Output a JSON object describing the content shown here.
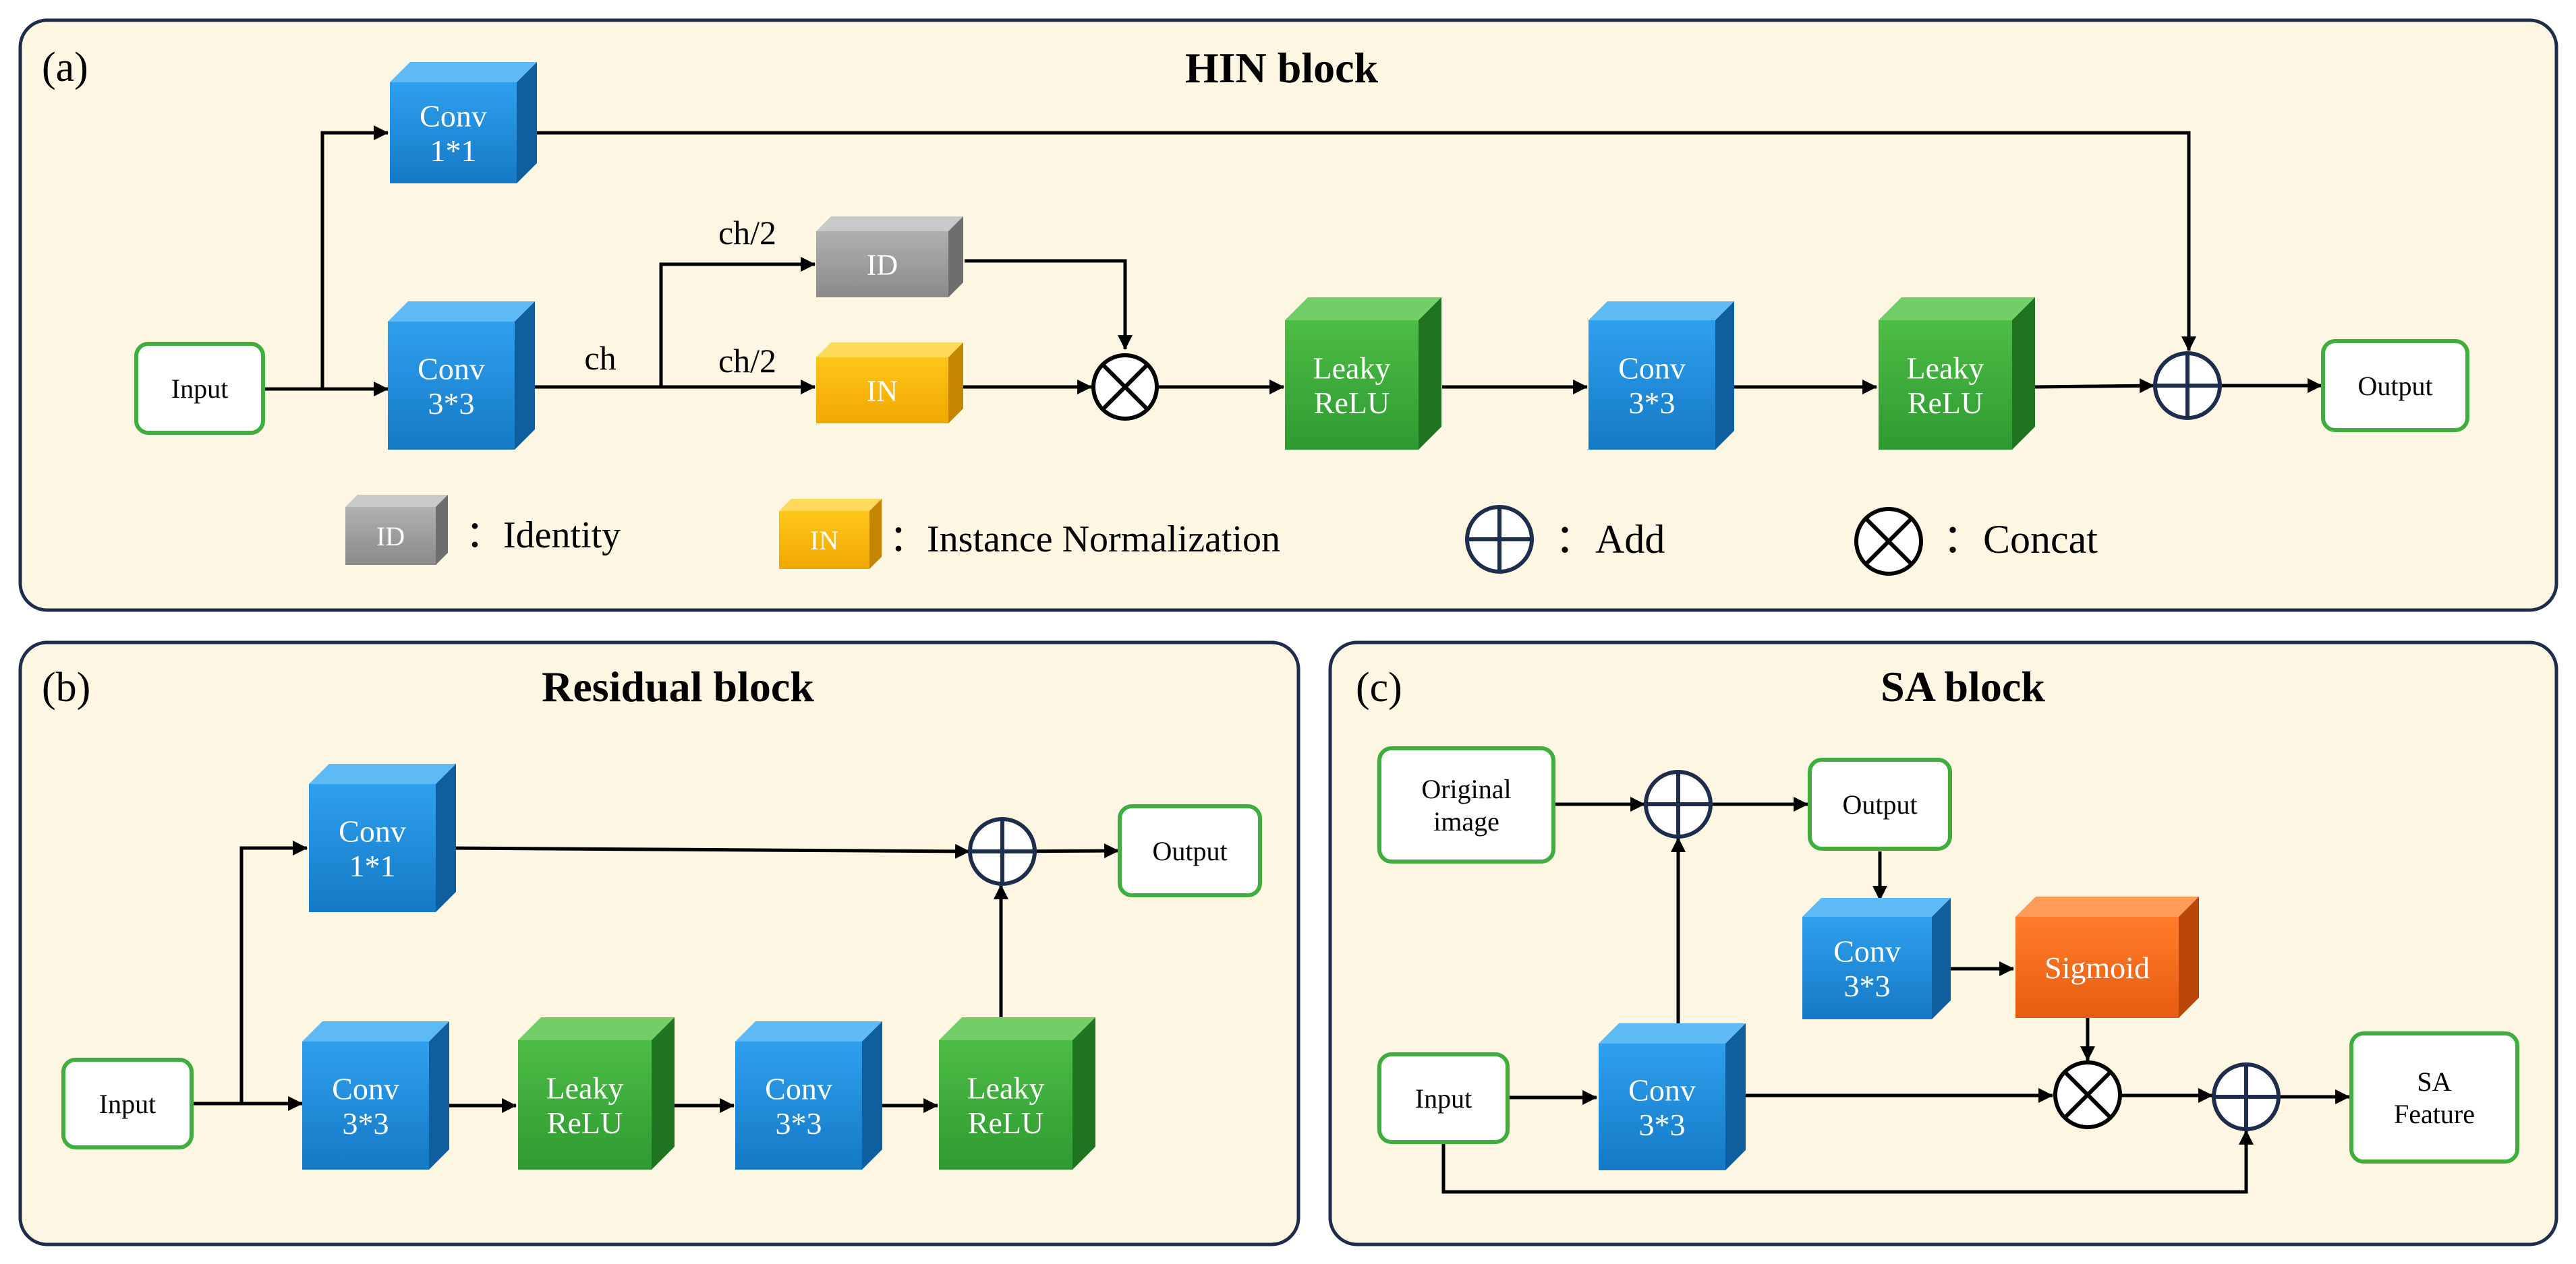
{
  "panels": {
    "a": {
      "tag": "(a)",
      "title": "HIN block"
    },
    "b": {
      "tag": "(b)",
      "title": "Residual block"
    },
    "c": {
      "tag": "(c)",
      "title": "SA block"
    }
  },
  "hin": {
    "input": "Input",
    "output": "Output",
    "conv1": [
      "Conv",
      "1*1"
    ],
    "conv3": [
      "Conv",
      "3*3"
    ],
    "ch": "ch",
    "ch_half_top": "ch/2",
    "ch_half_bottom": "ch/2",
    "id": "ID",
    "in": "IN",
    "leaky1": [
      "Leaky",
      "ReLU"
    ],
    "conv3b": [
      "Conv",
      "3*3"
    ],
    "leaky2": [
      "Leaky",
      "ReLU"
    ]
  },
  "legend": {
    "id_box": "ID",
    "id_text": "：Identity",
    "in_box": "IN",
    "in_text": "：Instance Normalization",
    "add_text": "：Add",
    "concat_text": "：Concat"
  },
  "residual": {
    "input": "Input",
    "output": "Output",
    "conv1": [
      "Conv",
      "1*1"
    ],
    "conv3a": [
      "Conv",
      "3*3"
    ],
    "leaky1": [
      "Leaky",
      "ReLU"
    ],
    "conv3b": [
      "Conv",
      "3*3"
    ],
    "leaky2": [
      "Leaky",
      "ReLU"
    ]
  },
  "sa": {
    "original": [
      "Original",
      "image"
    ],
    "output": "Output",
    "conv_top": [
      "Conv",
      "3*3"
    ],
    "sigmoid": "Sigmoid",
    "input": "Input",
    "conv_bottom": [
      "Conv",
      "3*3"
    ],
    "feature": [
      "SA",
      "Feature"
    ]
  },
  "colors": {
    "panel_bg": "#fdf6e3",
    "panel_border": "#1f2d4d",
    "conv_blue": "#1e8ad6",
    "leaky_green": "#3caa3c",
    "id_gray": "#9a9a9a",
    "in_yellow": "#f7b500",
    "sigmoid_orange": "#f26b1d",
    "io_border": "#3fae3f"
  }
}
